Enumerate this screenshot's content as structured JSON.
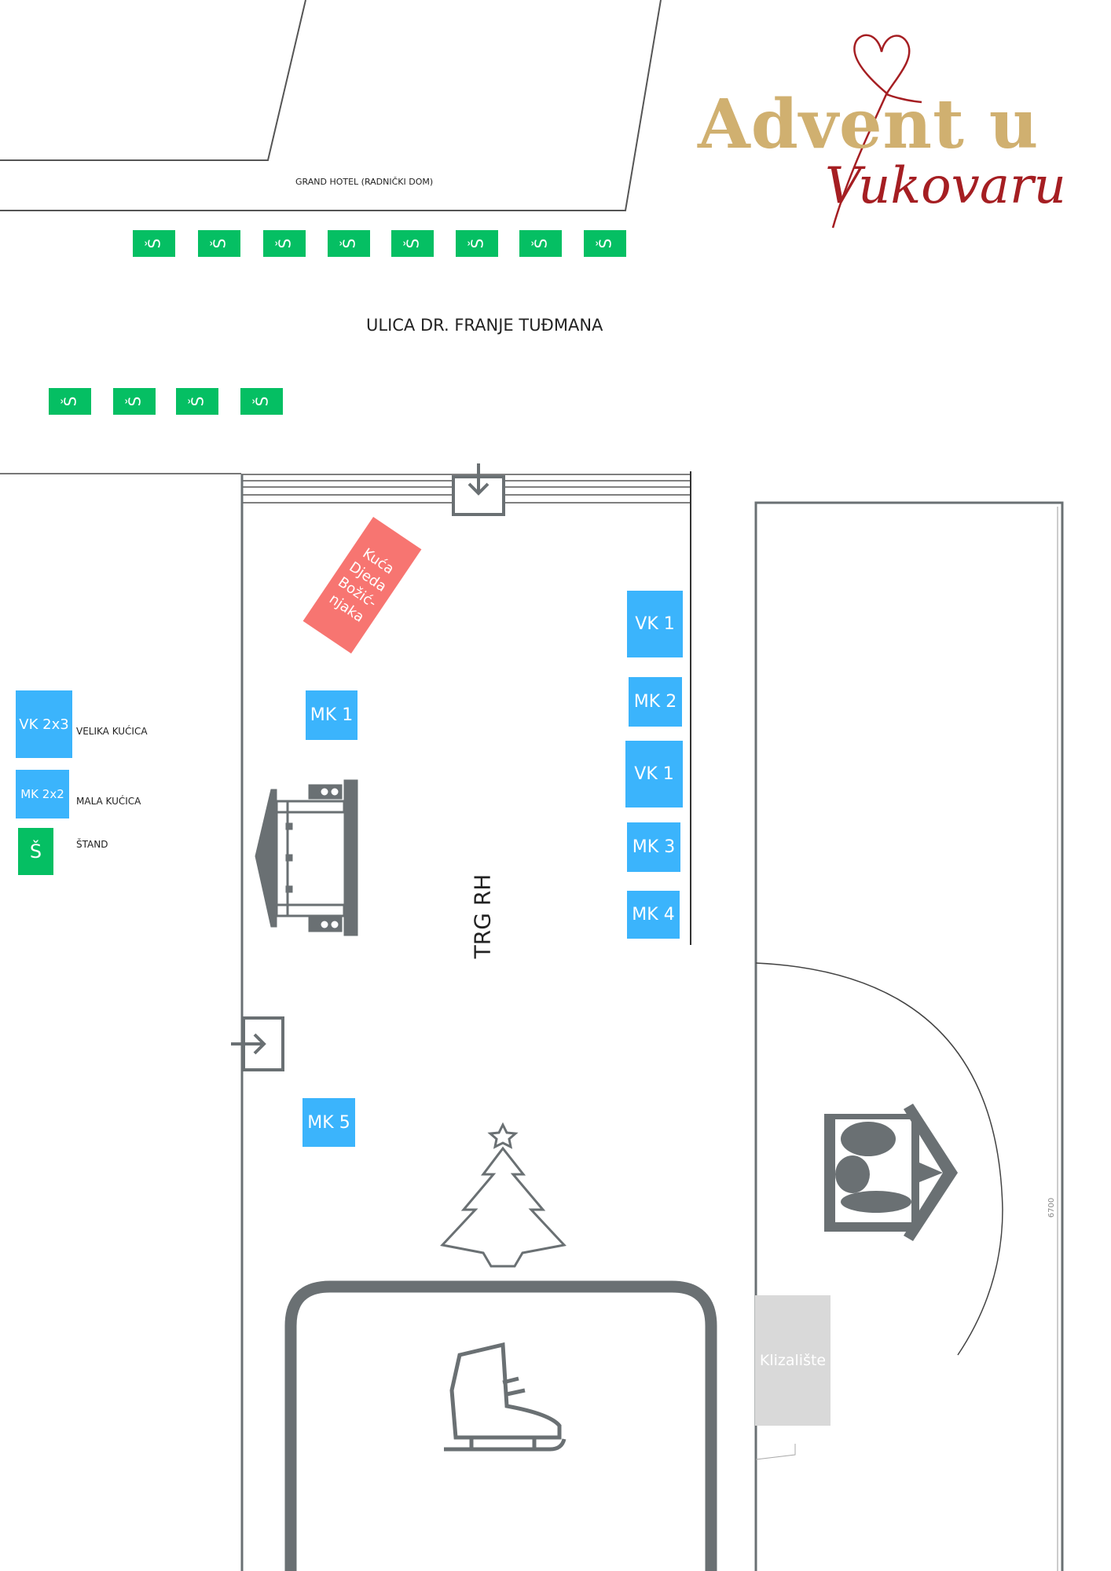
{
  "logo": {
    "line1": "Advent u",
    "line2": "Vukovaru"
  },
  "labels": {
    "hotel": "GRAND HOTEL (RADNIČKI DOM)",
    "street": "ULICA DR. FRANJE TUĐMANA",
    "square": "TRG RH",
    "santa_house": [
      "Kuća",
      "Djeda",
      "Božić-",
      "njaka"
    ],
    "rink_box": "Klizalište",
    "dimension": "6700"
  },
  "stall_glyph": "Š",
  "booths": {
    "vk1_top": "VK 1",
    "mk2": "MK 2",
    "vk1_bottom": "VK 1",
    "mk3": "MK 3",
    "mk4": "MK 4",
    "mk1": "MK 1",
    "mk5": "MK 5"
  },
  "legend": [
    {
      "code": "VK 2x3",
      "label": "VELIKA KUĆICA"
    },
    {
      "code": "MK 2x2",
      "label": "MALA KUĆICA"
    },
    {
      "code": "Š",
      "label": "ŠTAND"
    }
  ],
  "colors": {
    "big_house": "#3bb4fc",
    "small_house": "#3bb4fc",
    "stand": "#05bf63",
    "santa": "#f77571",
    "structure": "#6a7073",
    "gold": "#d0b070",
    "red": "#a51e22"
  },
  "icons": [
    "entrance-icon",
    "stage-icon",
    "christmas-tree-icon",
    "ice-skate-icon",
    "nativity-icon",
    "heart-icon"
  ]
}
